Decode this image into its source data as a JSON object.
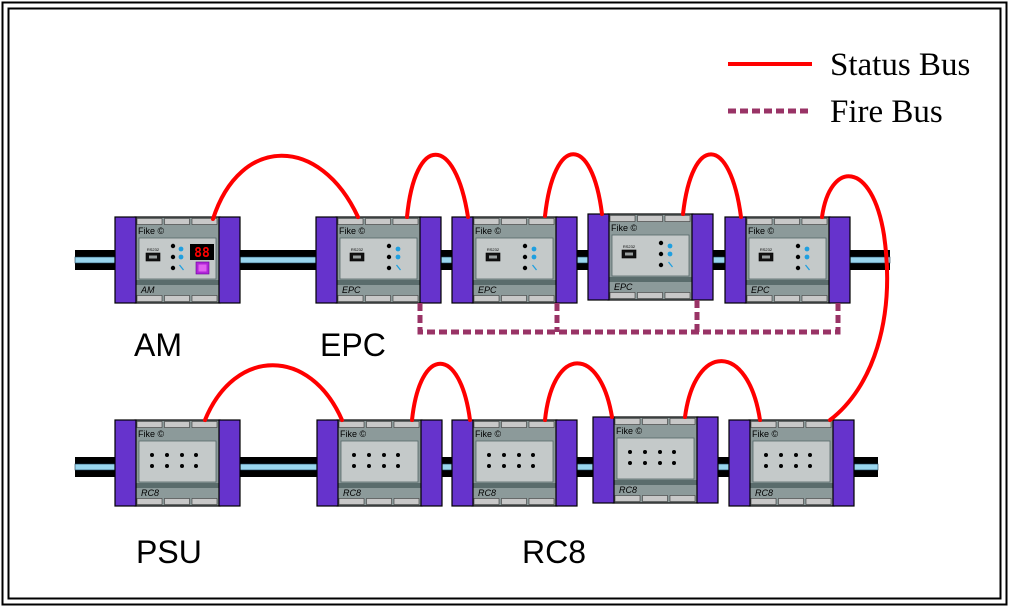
{
  "legend": {
    "status_bus": "Status Bus",
    "fire_bus": "Fire Bus"
  },
  "labels": {
    "am": "AM",
    "epc": "EPC",
    "psu": "PSU",
    "rc8": "RC8"
  },
  "modules": {
    "top": [
      {
        "brand": "Fike ©",
        "port": "RS232",
        "display": "88",
        "label": "AM"
      },
      {
        "brand": "Fike ©",
        "port": "RS232",
        "label": "EPC"
      },
      {
        "brand": "Fike ©",
        "port": "RS232",
        "label": "EPC"
      },
      {
        "brand": "Fike ©",
        "port": "RS232",
        "label": "EPC"
      },
      {
        "brand": "Fike ©",
        "port": "RS232",
        "label": "EPC"
      }
    ],
    "bottom": [
      {
        "brand": "Fike ©",
        "label": "RC8"
      },
      {
        "brand": "Fike ©",
        "label": "RC8"
      },
      {
        "brand": "Fike ©",
        "label": "RC8"
      },
      {
        "brand": "Fike ©",
        "label": "RC8"
      },
      {
        "brand": "Fike ©",
        "label": "RC8"
      }
    ]
  },
  "colors": {
    "status_bus": "#FF0000",
    "fire_bus": "#993366",
    "module_side": "#6633CC",
    "module_body": "#8C9A9A",
    "module_band": "#5A6C6C",
    "front_panel": "#C4C9C9",
    "terminal": "#C8C8C8",
    "led_blue": "#1E9FE0",
    "display_red": "#FF0000",
    "rail_stripe": "#9AD6EE"
  }
}
